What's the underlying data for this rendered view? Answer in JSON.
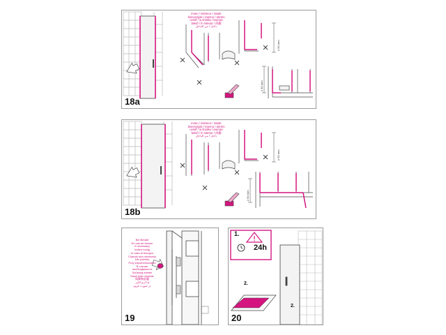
{
  "colors": {
    "accent": "#d4157f",
    "line": "#444444",
    "tile": "#b9b9b9",
    "frame": "#9a9a9a"
  },
  "panel_18a": {
    "label": "18a",
    "note": [
      "innen / intérieur / inside",
      "binnenzijde / interno / dentro",
      "uvnitř / w środku / внутри",
      "belső / în interior / 内側",
      "داخل / من الداخل"
    ],
    "dim_a": "≥ 50 mm",
    "dim_b": "≥ 50 mm"
  },
  "panel_18b": {
    "label": "18b",
    "note": [
      "innen / intérieur / inside",
      "binnenzijde / interno / dentro",
      "uvnitř / w środku / внутри",
      "belső / în interior / 内側",
      "داخل / من الداخل"
    ],
    "dim_a": "≥ 50 mm",
    "dim_b": "≥ 50 mm"
  },
  "panel_19": {
    "label": "19",
    "note": [
      "Bei Bedarf",
      "En cas de besoin",
      "If necessary",
      "Indien nodig",
      "In caso di bisogno",
      "Cuando sea necesario",
      "Dle potřeby",
      "Przy zapotrzebowaniu",
      "В случае необходимости",
      "Szükség esetén",
      "Dacă este necesar",
      "如果有必要",
      "إذا لزم الأمر",
      "در صورت لزوم"
    ]
  },
  "panel_20": {
    "label": "20",
    "step1": "1.",
    "hours": "24h",
    "step2a": "2.",
    "step2b": "2."
  }
}
